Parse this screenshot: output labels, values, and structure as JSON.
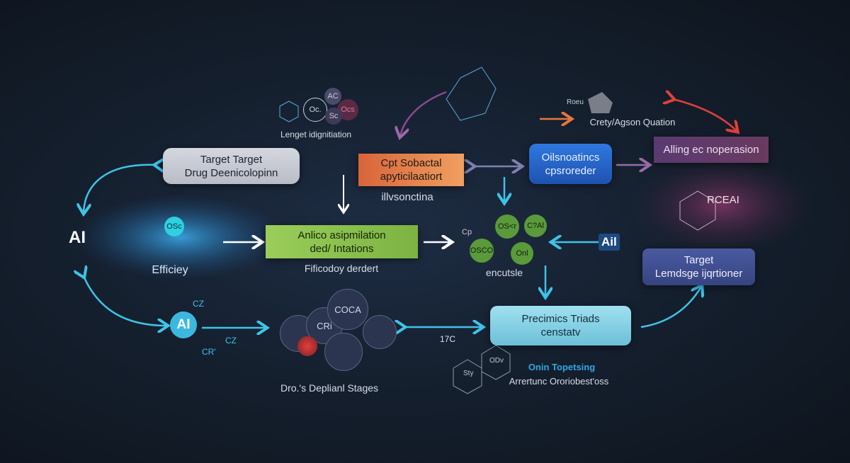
{
  "left": {
    "ai_label": "AI",
    "efficiency_label": "Efficiey",
    "blob_node": "OSc"
  },
  "top_molecule": {
    "label": "Lenget idignitiation",
    "nodes": [
      "Oc.",
      "AC",
      "Ocs",
      "Sc"
    ]
  },
  "top_right": {
    "roeu": "Roeu",
    "caption": "Crety/Agson Quation"
  },
  "boxes": {
    "target_drug": {
      "line1": "Target Target",
      "line2": "Drug Deenicolopinn"
    },
    "orange": {
      "line1": "Cpt Sobactal",
      "line2": "apyticilaatiort",
      "caption": "illvsonctina"
    },
    "green": {
      "line1": "Anlico asipmilation",
      "line2": "ded/ Intations",
      "caption": "Fificodoy derdert"
    },
    "blue": {
      "line1": "Oilsnoatincs",
      "line2": "cpsroreder"
    },
    "purple": {
      "line1": "Alling ec noperasion"
    },
    "target_lemdsge": {
      "line1": "Target",
      "line2": "Lemdsge ijqrtioner"
    },
    "precimics": {
      "line1": "Precimics Triads",
      "line2": "censtatv",
      "caption_accent": "Onin Topetsing",
      "caption": "Arrertunc Ororiobest'oss"
    }
  },
  "center_cluster": {
    "nodes": [
      "OS<r",
      "C?Al",
      "OSCO",
      "Onl"
    ],
    "cp": "Cp",
    "caption": "encutsle",
    "ai_label": "Ail"
  },
  "right_blob": {
    "label": "RCEAI"
  },
  "bottom_left": {
    "ai_label": "AI",
    "c1": "CZ",
    "c2": "CZ",
    "c3": "CR'"
  },
  "drug_stages": {
    "caption": "Dro.'s Deplianl Stages",
    "nodes": [
      "COCA",
      "CRi"
    ]
  },
  "bottom_molecule": {
    "label": "17C",
    "nodes": [
      "ODv",
      "Sty"
    ]
  },
  "colors": {
    "background": "#131c29",
    "cyan_arrow": "#3fc3e8",
    "orange": "#e8763a",
    "green": "#8cc152",
    "blue": "#2a66c8",
    "purple": "#5b3d6c",
    "red_arrow": "#e0403a"
  }
}
